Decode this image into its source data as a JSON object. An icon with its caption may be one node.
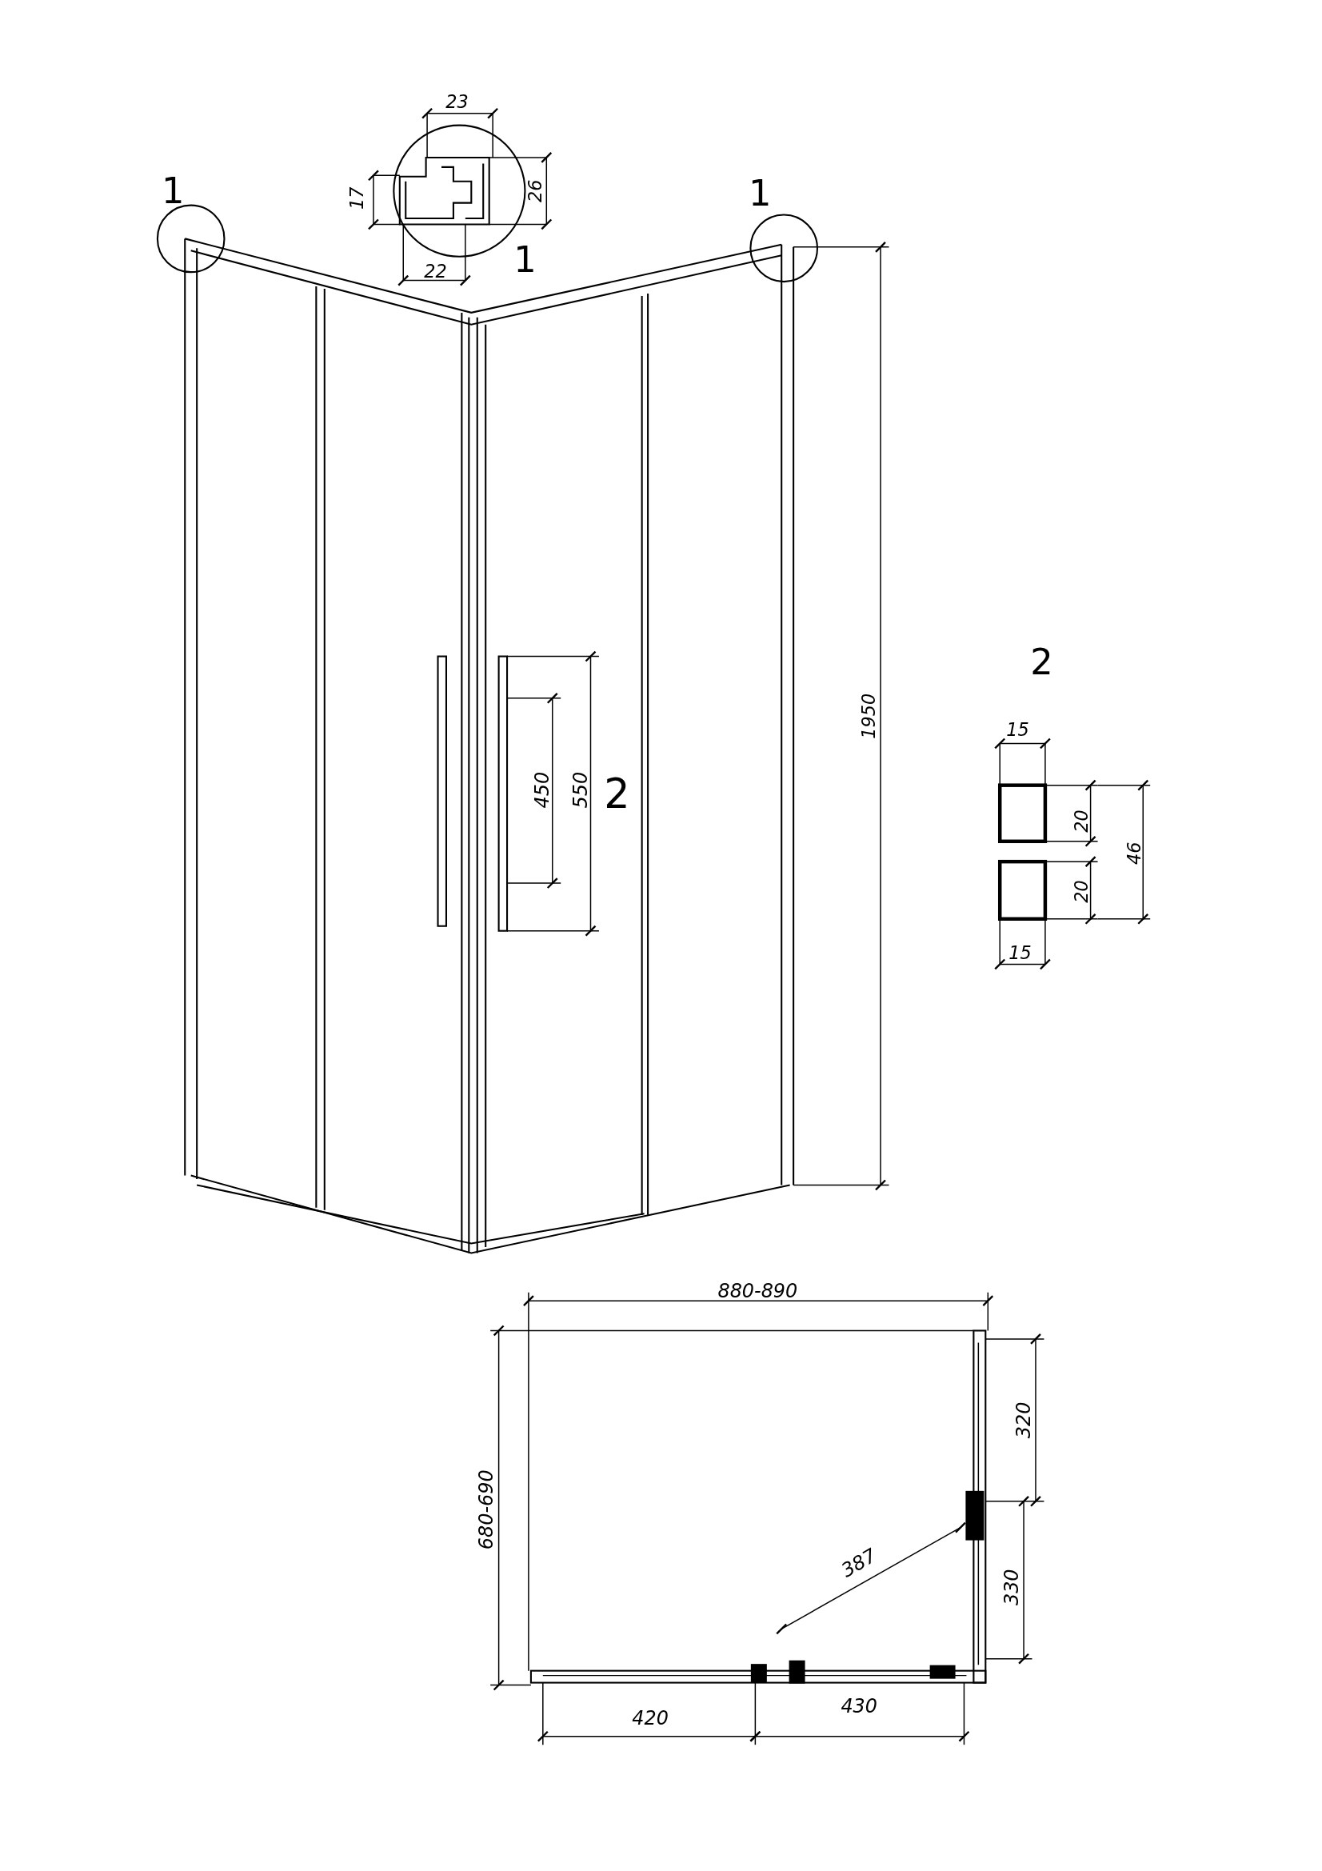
{
  "diagram": {
    "labels": [
      "23",
      "1",
      "17",
      "26",
      "1",
      "22",
      "1",
      "2",
      "15",
      "1950",
      "450",
      "550",
      "2",
      "20",
      "46",
      "20",
      "15",
      "880-890",
      "320",
      "680-690",
      "387",
      "330",
      "420",
      "430"
    ]
  }
}
